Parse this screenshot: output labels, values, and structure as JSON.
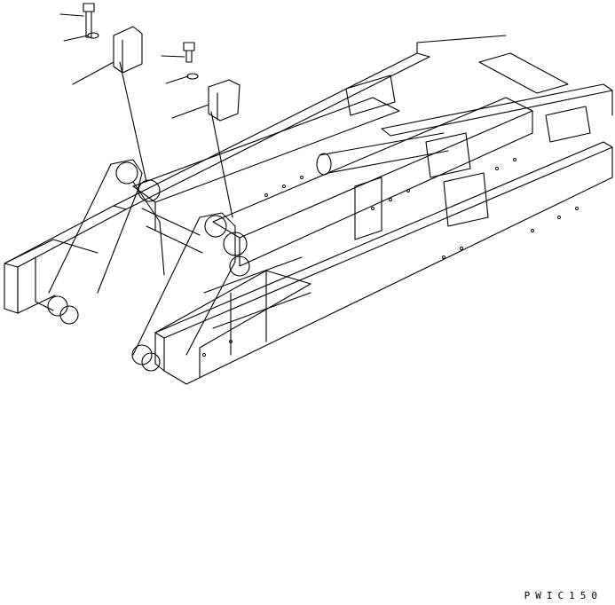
{
  "diagram": {
    "drawing_code": "PWIC150",
    "callouts": [
      {
        "part": "bolt"
      },
      {
        "part": "washer"
      },
      {
        "part": "bracket"
      },
      {
        "part": "bolt"
      },
      {
        "part": "washer"
      },
      {
        "part": "bracket"
      }
    ]
  },
  "colors": {
    "ink": "#000000",
    "paper": "#ffffff"
  }
}
